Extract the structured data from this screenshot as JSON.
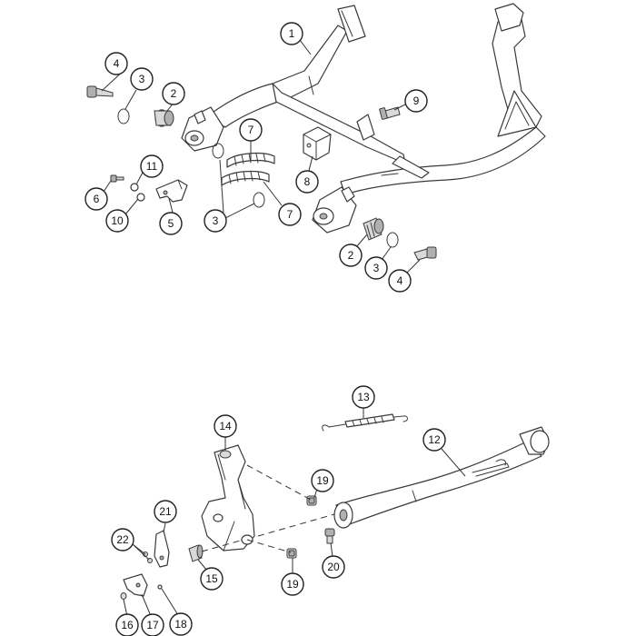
{
  "callouts": {
    "c1": "1",
    "c2a": "2",
    "c2b": "2",
    "c3a": "3",
    "c3b": "3",
    "c3c": "3",
    "c4a": "4",
    "c4b": "4",
    "c5": "5",
    "c6": "6",
    "c7a": "7",
    "c7b": "7",
    "c8": "8",
    "c9": "9",
    "c10": "10",
    "c11": "11",
    "c12": "12",
    "c13": "13",
    "c14": "14",
    "c15": "15",
    "c16": "16",
    "c17": "17",
    "c18": "18",
    "c19a": "19",
    "c19b": "19",
    "c20": "20",
    "c21": "21",
    "c22": "22"
  }
}
